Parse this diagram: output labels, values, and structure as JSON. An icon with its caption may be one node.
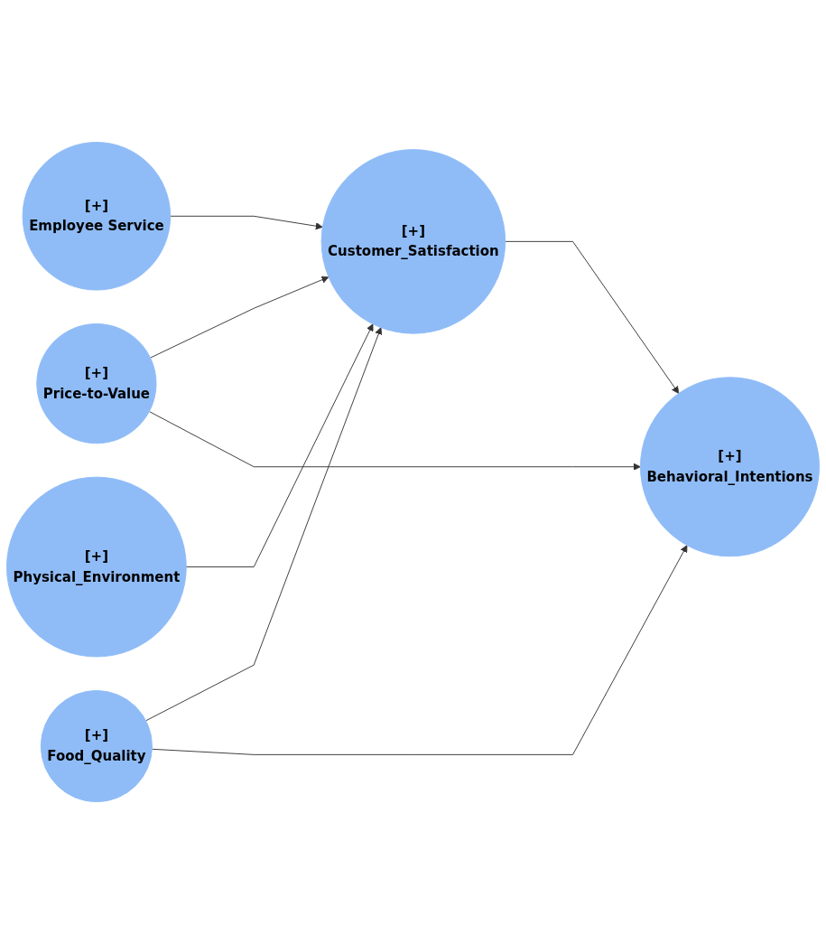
{
  "diagram": {
    "nodes": [
      {
        "text": [
          "[+]",
          "Employee Service"
        ]
      },
      {
        "text": [
          "[+]",
          "Physical_Environment"
        ]
      },
      {
        "text": [
          "[+]",
          "Price-to-Value"
        ]
      },
      {
        "text": [
          "[+]",
          "Food_Quality"
        ]
      },
      {
        "text": [
          "[+]",
          "Customer_Satisfaction"
        ]
      },
      {
        "text": [
          "[+]",
          "Behavioral_Intentions"
        ]
      }
    ],
    "edges": [
      {
        "from": 0,
        "to": 4,
        "arrow": "to"
      },
      {
        "from": 1,
        "to": 4,
        "arrow": "to"
      },
      {
        "from": 2,
        "to": 4,
        "arrow": "to"
      },
      {
        "from": 2,
        "to": 5,
        "arrow": "to"
      },
      {
        "from": 3,
        "to": 4,
        "arrow": "to"
      },
      {
        "from": 3,
        "to": 5,
        "arrow": "to"
      },
      {
        "from": 4,
        "to": 5,
        "arrow": "to"
      }
    ]
  }
}
